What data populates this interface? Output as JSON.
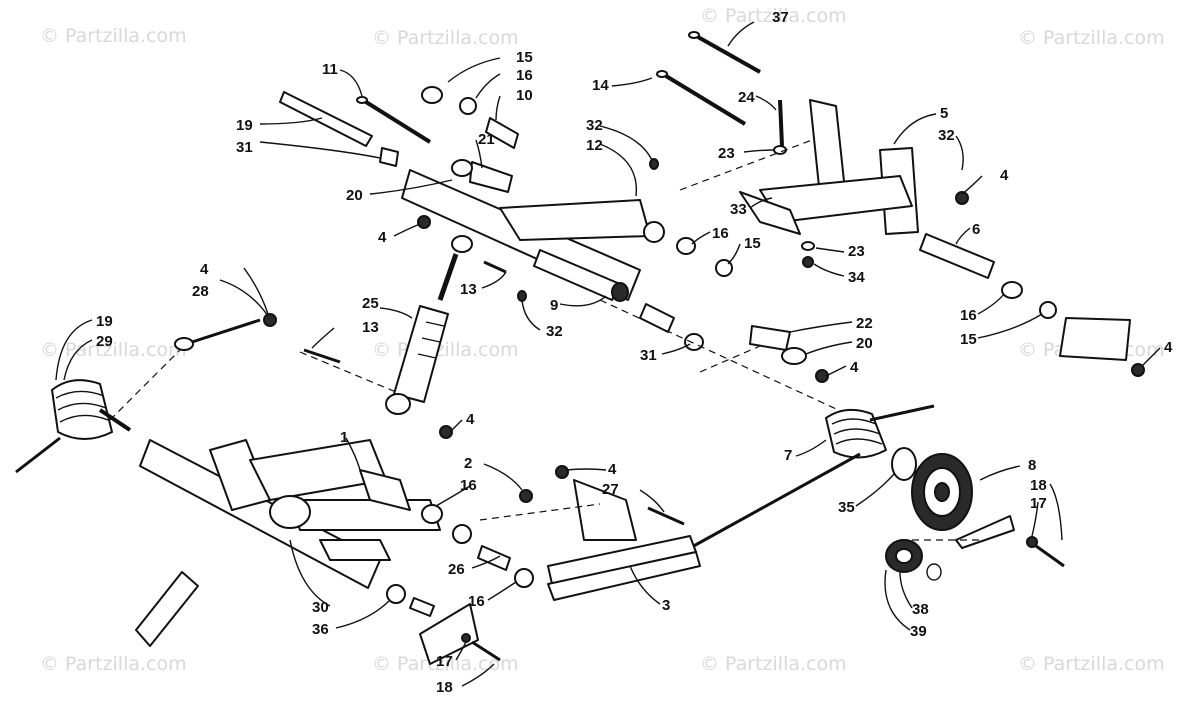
{
  "watermark": "© Partzilla.com",
  "callouts": [
    "1",
    "2",
    "3",
    "4",
    "5",
    "6",
    "7",
    "8",
    "9",
    "10",
    "11",
    "12",
    "13",
    "14",
    "15",
    "16",
    "17",
    "18",
    "19",
    "20",
    "21",
    "22",
    "23",
    "24",
    "25",
    "26",
    "27",
    "28",
    "29",
    "30",
    "31",
    "32",
    "33",
    "34",
    "35",
    "36",
    "37",
    "38",
    "39"
  ],
  "labels": [
    {
      "id": "l37",
      "text": "37"
    },
    {
      "id": "l15a",
      "text": "15"
    },
    {
      "id": "l16a",
      "text": "16"
    },
    {
      "id": "l10",
      "text": "10"
    },
    {
      "id": "l11",
      "text": "11"
    },
    {
      "id": "l14",
      "text": "14"
    },
    {
      "id": "l24",
      "text": "24"
    },
    {
      "id": "l5",
      "text": "5"
    },
    {
      "id": "l32a",
      "text": "32"
    },
    {
      "id": "l19a",
      "text": "19"
    },
    {
      "id": "l31a",
      "text": "31"
    },
    {
      "id": "l21",
      "text": "21"
    },
    {
      "id": "l32b",
      "text": "32"
    },
    {
      "id": "l12",
      "text": "12"
    },
    {
      "id": "l23a",
      "text": "23"
    },
    {
      "id": "l4a",
      "text": "4"
    },
    {
      "id": "l20a",
      "text": "20"
    },
    {
      "id": "l33",
      "text": "33"
    },
    {
      "id": "l4b",
      "text": "4"
    },
    {
      "id": "l16b",
      "text": "16"
    },
    {
      "id": "l15b",
      "text": "15"
    },
    {
      "id": "l23b",
      "text": "23"
    },
    {
      "id": "l34",
      "text": "34"
    },
    {
      "id": "l6",
      "text": "6"
    },
    {
      "id": "l13a",
      "text": "13"
    },
    {
      "id": "l9",
      "text": "9"
    },
    {
      "id": "l32c",
      "text": "32"
    },
    {
      "id": "l4c",
      "text": "4"
    },
    {
      "id": "l28",
      "text": "28"
    },
    {
      "id": "l25",
      "text": "25"
    },
    {
      "id": "l13b",
      "text": "13"
    },
    {
      "id": "l22",
      "text": "22"
    },
    {
      "id": "l20b",
      "text": "20"
    },
    {
      "id": "l4d",
      "text": "4"
    },
    {
      "id": "l31b",
      "text": "31"
    },
    {
      "id": "l16c",
      "text": "16"
    },
    {
      "id": "l15c",
      "text": "15"
    },
    {
      "id": "l4e",
      "text": "4"
    },
    {
      "id": "l19b",
      "text": "19"
    },
    {
      "id": "l29",
      "text": "29"
    },
    {
      "id": "l4f",
      "text": "4"
    },
    {
      "id": "l1",
      "text": "1"
    },
    {
      "id": "l2",
      "text": "2"
    },
    {
      "id": "l16d",
      "text": "16"
    },
    {
      "id": "l4g",
      "text": "4"
    },
    {
      "id": "l27",
      "text": "27"
    },
    {
      "id": "l7",
      "text": "7"
    },
    {
      "id": "l8",
      "text": "8"
    },
    {
      "id": "l18a",
      "text": "18"
    },
    {
      "id": "l17a",
      "text": "17"
    },
    {
      "id": "l35",
      "text": "35"
    },
    {
      "id": "l26",
      "text": "26"
    },
    {
      "id": "l16e",
      "text": "16"
    },
    {
      "id": "l3",
      "text": "3"
    },
    {
      "id": "l30",
      "text": "30"
    },
    {
      "id": "l36",
      "text": "36"
    },
    {
      "id": "l17b",
      "text": "17"
    },
    {
      "id": "l18b",
      "text": "18"
    },
    {
      "id": "l38",
      "text": "38"
    },
    {
      "id": "l39",
      "text": "39"
    }
  ]
}
